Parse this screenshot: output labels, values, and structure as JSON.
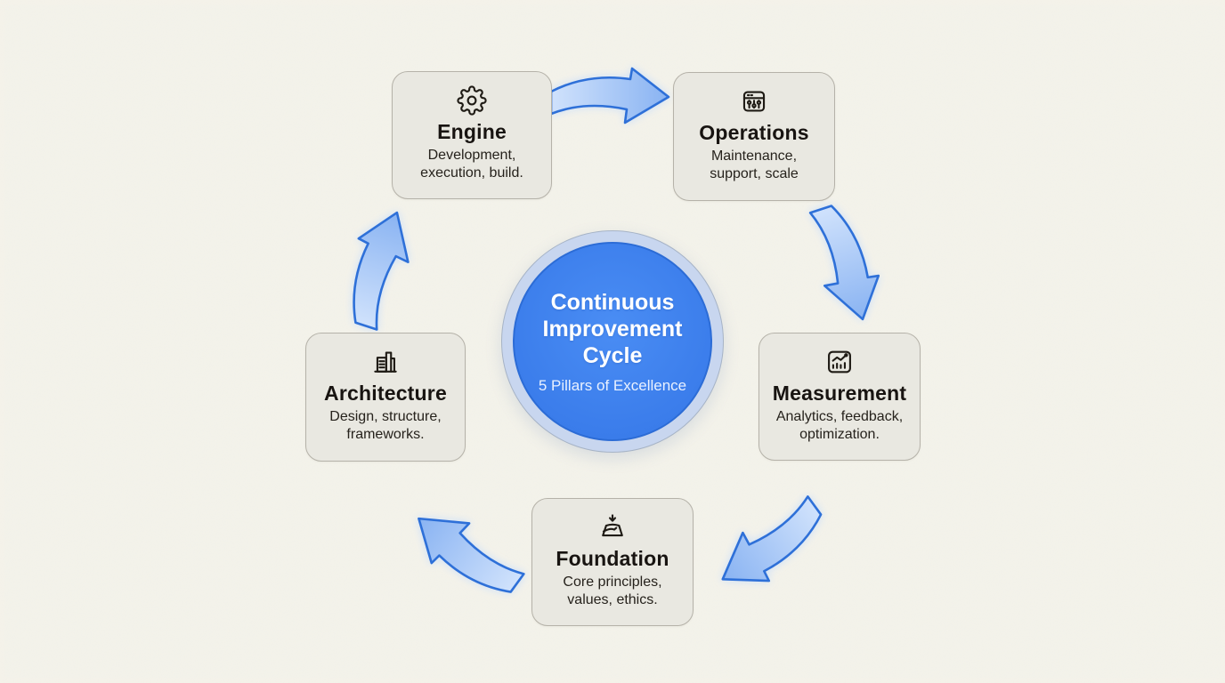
{
  "diagram": {
    "background_color": "#f6f4eb",
    "center": {
      "title": "Continuous\nImprovement\nCycle",
      "subtitle": "5 Pillars of Excellence",
      "fill_color": "#3b7deb",
      "ring_color": "#c8d6ef",
      "text_color": "#ffffff"
    },
    "pillars": [
      {
        "title": "Engine",
        "description": "Development,\nexecution, build.",
        "icon": "gear-icon"
      },
      {
        "title": "Operations",
        "description": "Maintenance,\nsupport, scale",
        "icon": "control-panel-icon"
      },
      {
        "title": "Measurement",
        "description": "Analytics, feedback,\noptimization.",
        "icon": "chart-trend-icon"
      },
      {
        "title": "Foundation",
        "description": "Core principles,\nvalues, ethics.",
        "icon": "bedrock-arrow-icon"
      },
      {
        "title": "Architecture",
        "description": "Design, structure,\nframeworks.",
        "icon": "buildings-icon"
      }
    ],
    "arrows": {
      "count": 5,
      "direction": "clockwise",
      "outline_color": "#2e70d8",
      "fill_gradient": [
        "#d0e2fc",
        "#89b3f2"
      ]
    },
    "card_style": {
      "background": "#e9e8e1",
      "border": "#b5b2a9"
    }
  }
}
